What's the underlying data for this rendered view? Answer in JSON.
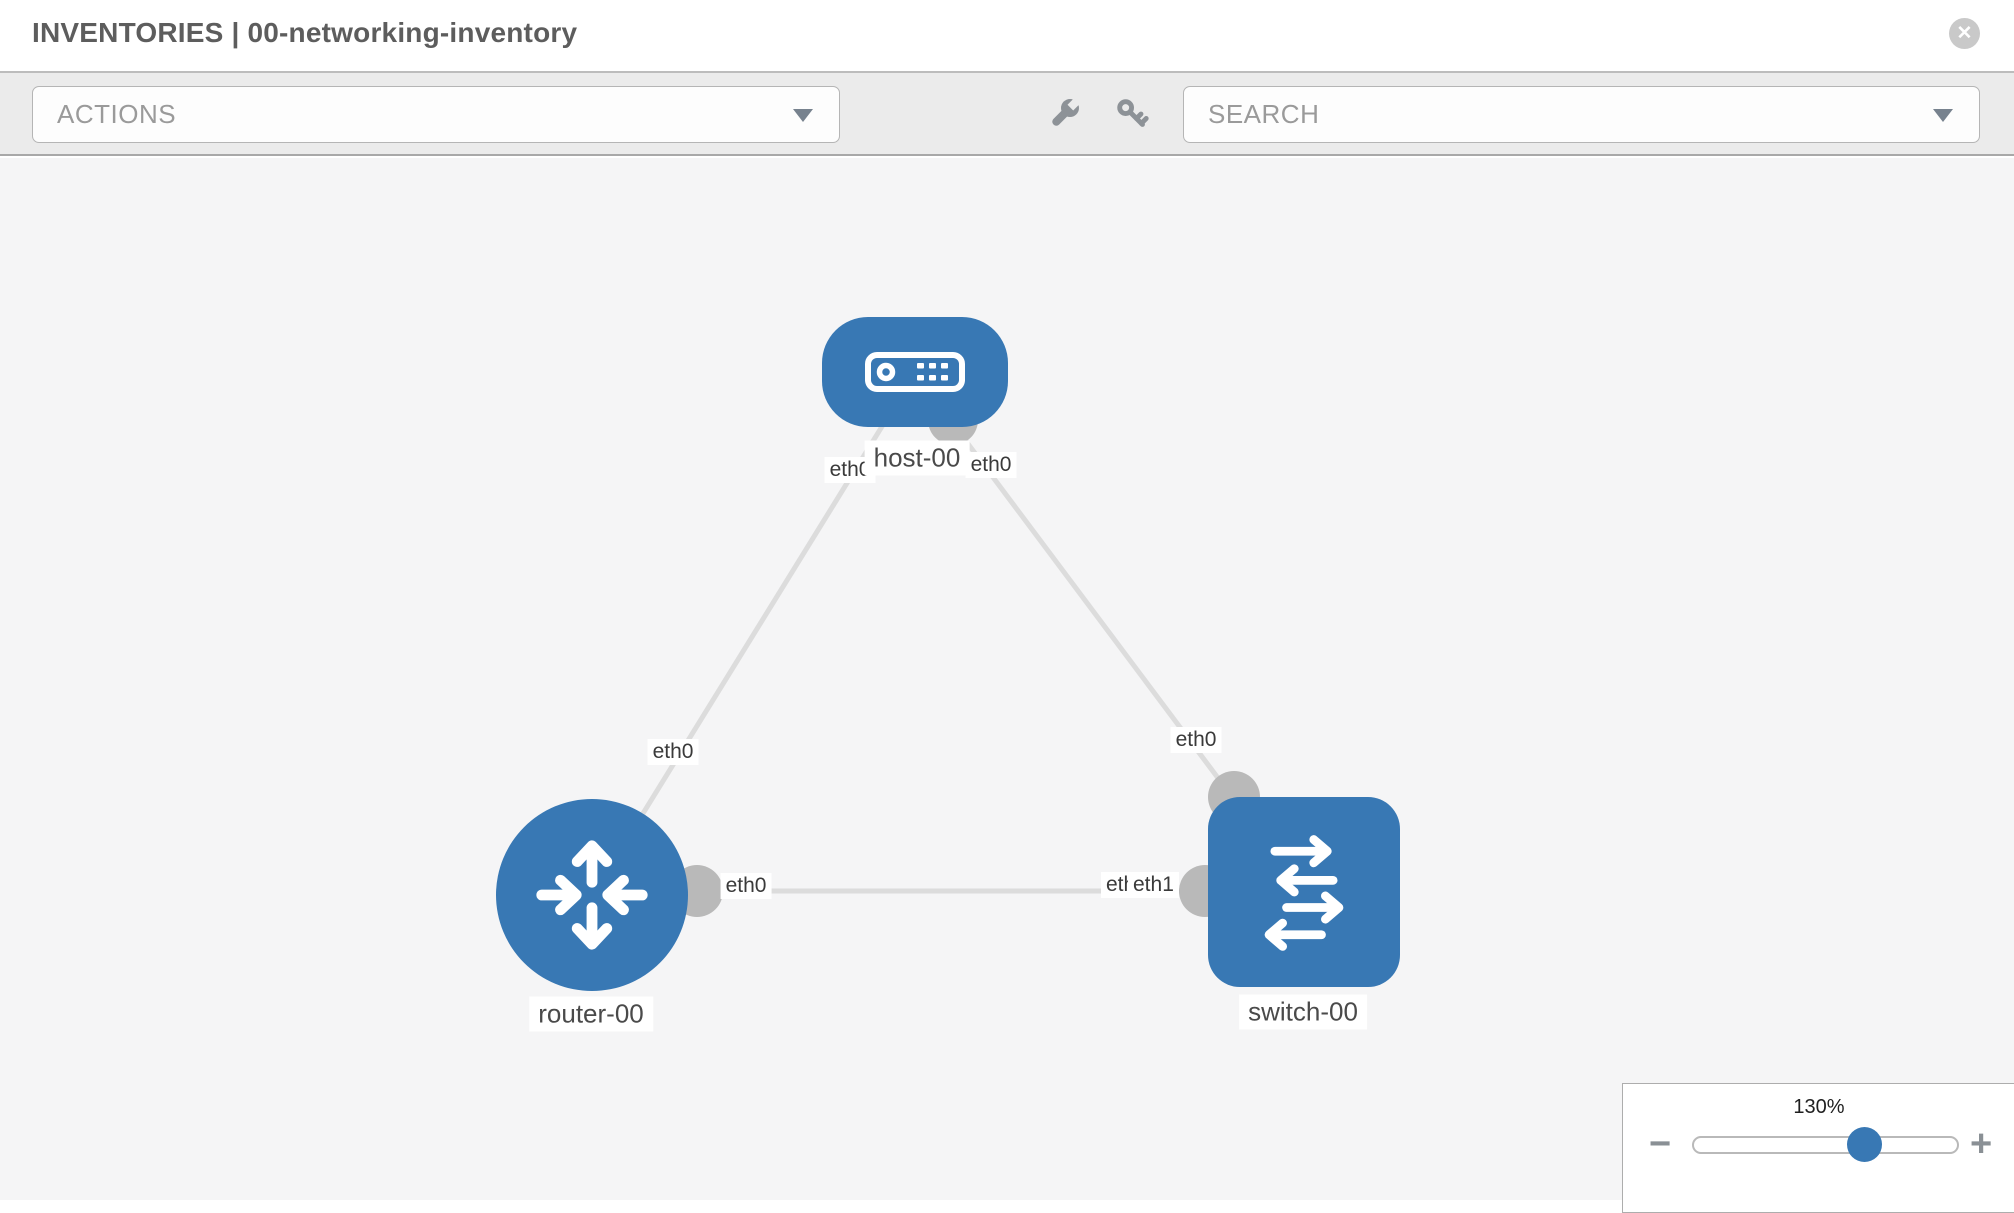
{
  "window": {
    "title": "INVENTORIES | 00-networking-inventory"
  },
  "header": {
    "close_glyph": "✕"
  },
  "toolbar": {
    "actions_label": "ACTIONS",
    "search_placeholder": "SEARCH"
  },
  "colors": {
    "node_blue": "#3878b4",
    "link_gray": "#dcdcdc",
    "port_circle_gray": "#b9b9b9",
    "canvas_bg": "#f5f5f6",
    "toolbar_bg": "#ebebeb"
  },
  "diagram": {
    "nodes": [
      {
        "label": "host-00",
        "type": "host"
      },
      {
        "label": "router-00",
        "type": "router"
      },
      {
        "label": "switch-00",
        "type": "switch"
      }
    ],
    "links": [
      {
        "from": "host-00",
        "from_port": "eth0",
        "to": "router-00",
        "to_port": "eth0"
      },
      {
        "from": "host-00",
        "from_port": "eth0",
        "to": "switch-00",
        "to_port": "eth0"
      },
      {
        "from": "router-00",
        "from_port": "eth0",
        "to": "switch-00",
        "to_port": "eth1"
      }
    ],
    "labels": {
      "hr_host_side": "eth0",
      "hs_host_side": "eth0",
      "hr_router_side": "eth0",
      "hs_switch_side": "eth0",
      "rs_router_side": "eth0",
      "rs_switch_under": "eth0",
      "rs_switch_side": "eth1"
    }
  },
  "zoom_control": {
    "percent": "130%",
    "minus_glyph": "−",
    "plus_glyph": "+"
  }
}
